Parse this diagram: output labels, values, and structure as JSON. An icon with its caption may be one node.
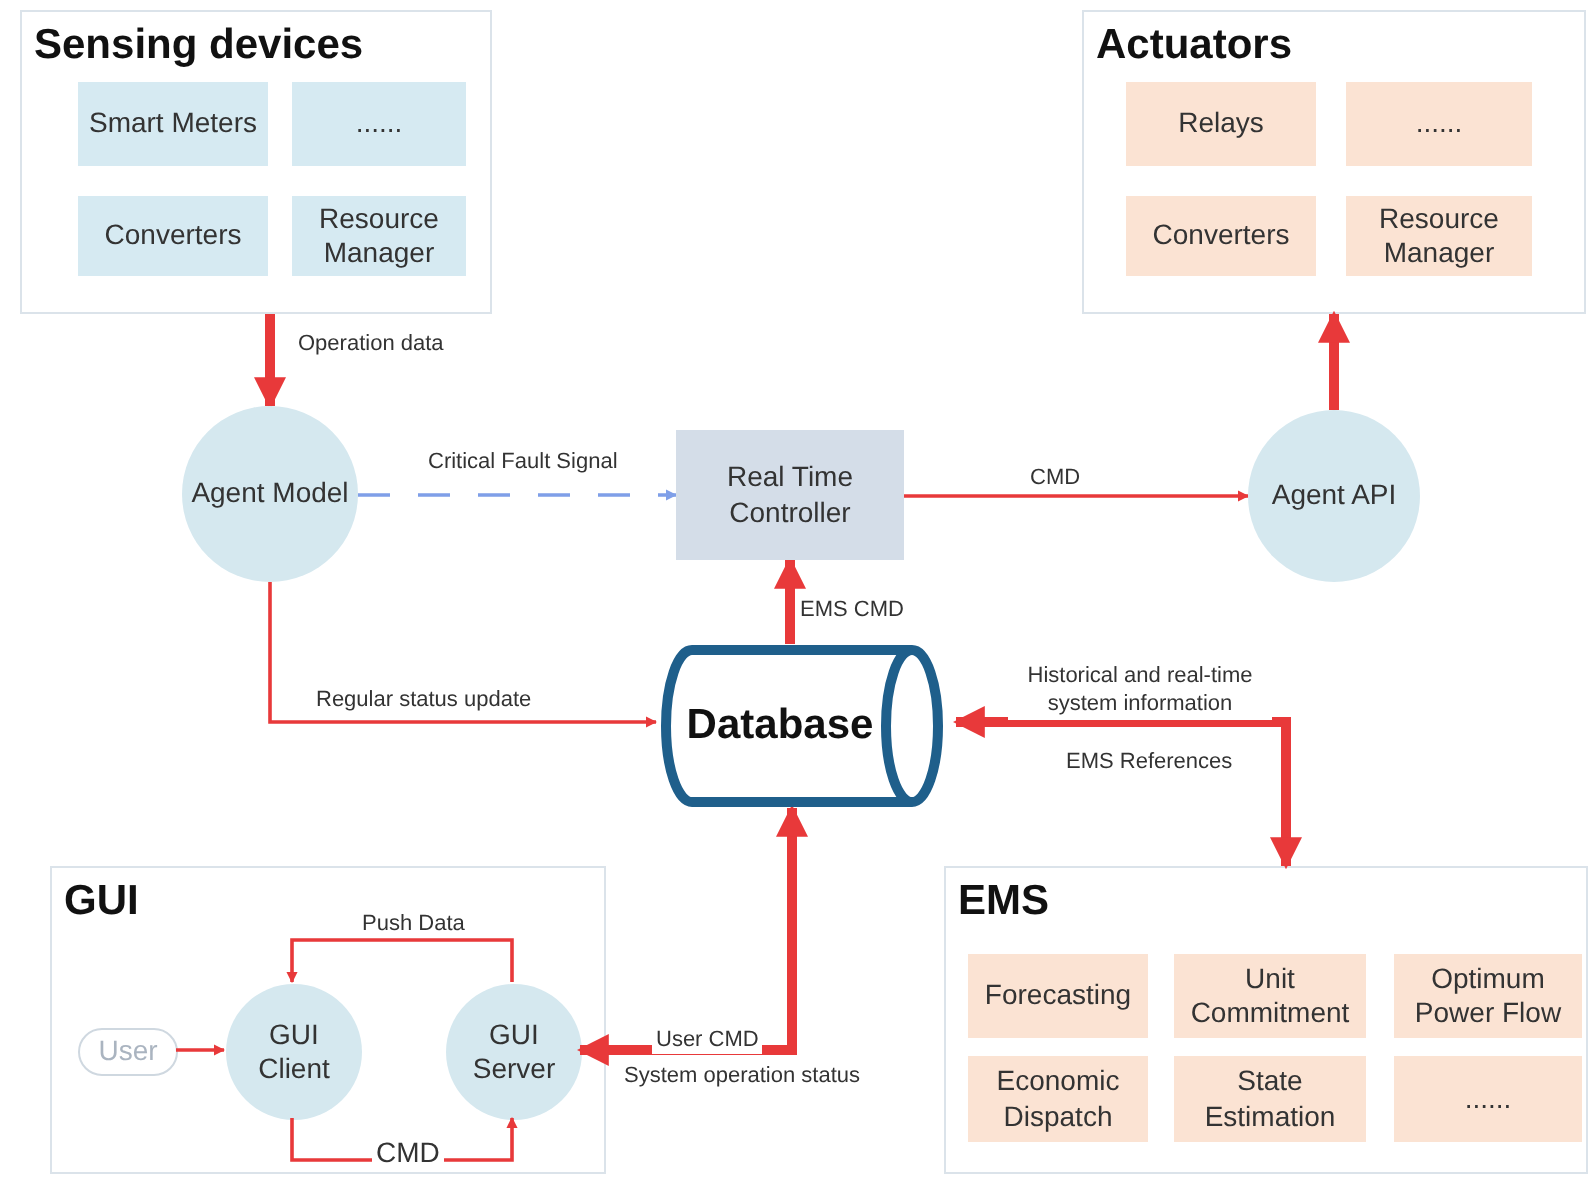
{
  "diagram": {
    "nodes": [
      {
        "text": [
          "Sensing devices"
        ]
      },
      {
        "text": [
          "Smart Meters"
        ],
        "in": 0
      },
      {
        "text": [
          "......"
        ],
        "in": 0
      },
      {
        "text": [
          "Converters"
        ],
        "in": 0
      },
      {
        "text": [
          "Resource Manager"
        ],
        "in": 0
      },
      {
        "text": [
          "Actuators"
        ]
      },
      {
        "text": [
          "Relays"
        ],
        "in": 5
      },
      {
        "text": [
          "......"
        ],
        "in": 5
      },
      {
        "text": [
          "Converters"
        ],
        "in": 5
      },
      {
        "text": [
          "Resource Manager"
        ],
        "in": 5
      },
      {
        "text": [
          "Agent Model"
        ]
      },
      {
        "text": [
          "Real Time Controller"
        ]
      },
      {
        "text": [
          "Agent API"
        ]
      },
      {
        "text": [
          "Database"
        ]
      },
      {
        "text": [
          "GUI"
        ]
      },
      {
        "text": [
          "User"
        ],
        "in": 14
      },
      {
        "text": [
          "GUI Client"
        ],
        "in": 14
      },
      {
        "text": [
          "GUI Server"
        ],
        "in": 14
      },
      {
        "text": [
          "EMS"
        ]
      },
      {
        "text": [
          "Forecasting"
        ],
        "in": 18
      },
      {
        "text": [
          "Unit Commitment"
        ],
        "in": 18
      },
      {
        "text": [
          "Optimum Power Flow"
        ],
        "in": 18
      },
      {
        "text": [
          "Economic Dispatch"
        ],
        "in": 18
      },
      {
        "text": [
          "State Estimation"
        ],
        "in": 18
      },
      {
        "text": [
          "......"
        ],
        "in": 18
      }
    ],
    "edges": [
      {
        "from": 0,
        "to": 10,
        "arrow": "to",
        "label": "Operation data",
        "style": "thick"
      },
      {
        "from": 10,
        "to": 11,
        "arrow": "to",
        "label": "Critical Fault Signal",
        "style": "dashed",
        "color": "#7f9fe8"
      },
      {
        "from": 11,
        "to": 12,
        "arrow": "to",
        "label": "CMD"
      },
      {
        "from": 12,
        "to": 5,
        "arrow": "to",
        "style": "thick"
      },
      {
        "from": 10,
        "to": 13,
        "arrow": "to",
        "label": "Regular status update"
      },
      {
        "from": 13,
        "to": 11,
        "arrow": "to",
        "label": "EMS CMD",
        "style": "thick"
      },
      {
        "from": 18,
        "to": 13,
        "arrow": "both",
        "label": "Historical and real-time system information",
        "style": "thick"
      },
      {
        "from": 17,
        "to": 13,
        "arrow": "both",
        "label": "User CMD",
        "style": "thick"
      },
      {
        "from": 15,
        "to": 16,
        "arrow": "to"
      },
      {
        "from": 17,
        "to": 16,
        "arrow": "to",
        "label": "Push Data"
      },
      {
        "from": 16,
        "to": 17,
        "arrow": "to",
        "label": "CMD"
      }
    ],
    "labels": [
      "EMS References",
      "System operation status"
    ]
  }
}
